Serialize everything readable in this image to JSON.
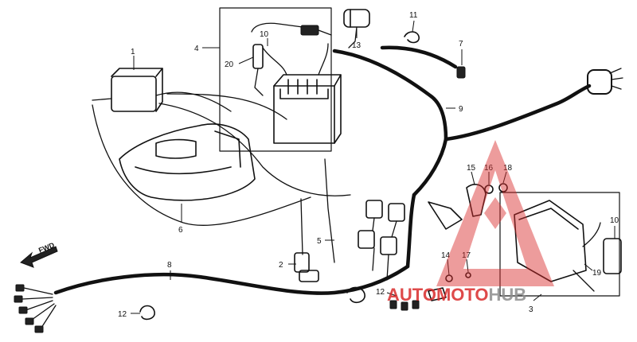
{
  "diagram": {
    "labels": {
      "l1": "1",
      "l2": "2",
      "l3": "3",
      "l4": "4",
      "l5": "5",
      "l6": "6",
      "l7": "7",
      "l8": "8",
      "l9": "9",
      "l10a": "10",
      "l10b": "10",
      "l11": "11",
      "l12a": "12",
      "l12b": "12",
      "l13": "13",
      "l14": "14",
      "l15": "15",
      "l16": "16",
      "l17": "17",
      "l18": "18",
      "l19": "19",
      "l20": "20"
    },
    "fwd": "FWD"
  },
  "watermark": {
    "part1": "AUTO",
    "part2": "MOTO",
    "part3": "HUB",
    "colors": {
      "red": "#d92b2b",
      "gray": "#8c8c8c"
    }
  }
}
